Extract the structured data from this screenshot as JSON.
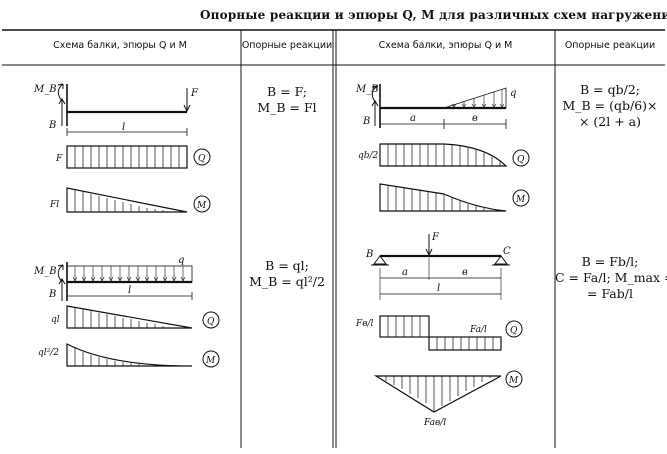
{
  "title": "Опорные реакции и эпюры Q, M для различных схем нагружения",
  "header": {
    "col1": "Схема балки, эпюры Q и M",
    "col2": "Опорные реакции",
    "col3": "Схема балки, эпюры Q и M",
    "col4": "Опорные реакции"
  },
  "reactions": {
    "r1a": "B = F;",
    "r1b": "M_B = Fl",
    "r2a": "B = ql;",
    "r2b": "M_B = ql²/2",
    "r3a": "B = qb/2;",
    "r3b": "M_B = (qb/6)×",
    "r3c": "× (2l + a)",
    "r4a": "B = Fb/l;",
    "r4b": "C = Fa/l; M_max =",
    "r4c": "= Fab/l"
  },
  "labels": {
    "MB": "M_B",
    "B": "B",
    "C": "C",
    "F": "F",
    "q": "q",
    "l": "l",
    "a": "a",
    "b": "в",
    "Q": "Q",
    "M": "M",
    "Fl": "Fl",
    "ql": "ql",
    "ql2": "ql²/2",
    "qb2": "qb/2",
    "Fbl": "Fв/l",
    "Fal": "Fa/l",
    "Fabl": "Faв/l"
  }
}
